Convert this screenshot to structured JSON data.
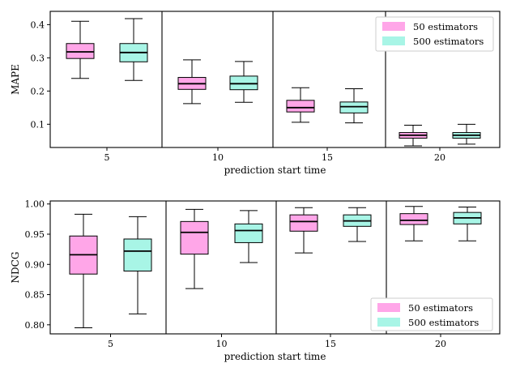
{
  "colors": {
    "series_1": "#ffa6e8",
    "series_2": "#a8f5e6",
    "line": "#000000",
    "frame": "#000000",
    "legend_border": "#cccccc"
  },
  "chart_data": [
    {
      "type": "box",
      "xlabel": "prediction start time",
      "ylabel": "MAPE",
      "categories": [
        "5",
        "10",
        "15",
        "20"
      ],
      "yticks": [
        "0.1",
        "0.2",
        "0.3",
        "0.4"
      ],
      "ylim": [
        0.03,
        0.44
      ],
      "legend_position": "top-right",
      "series": [
        {
          "name": "50 estimators",
          "boxes": [
            {
              "whislo": 0.238,
              "q1": 0.298,
              "med": 0.318,
              "q3": 0.343,
              "whishi": 0.41
            },
            {
              "whislo": 0.162,
              "q1": 0.205,
              "med": 0.222,
              "q3": 0.241,
              "whishi": 0.294
            },
            {
              "whislo": 0.106,
              "q1": 0.137,
              "med": 0.15,
              "q3": 0.172,
              "whishi": 0.21
            },
            {
              "whislo": 0.035,
              "q1": 0.058,
              "med": 0.067,
              "q3": 0.075,
              "whishi": 0.097
            }
          ]
        },
        {
          "name": "500 estimators",
          "boxes": [
            {
              "whislo": 0.232,
              "q1": 0.288,
              "med": 0.316,
              "q3": 0.343,
              "whishi": 0.418
            },
            {
              "whislo": 0.166,
              "q1": 0.204,
              "med": 0.222,
              "q3": 0.245,
              "whishi": 0.289
            },
            {
              "whislo": 0.104,
              "q1": 0.134,
              "med": 0.153,
              "q3": 0.167,
              "whishi": 0.207
            },
            {
              "whislo": 0.04,
              "q1": 0.058,
              "med": 0.067,
              "q3": 0.075,
              "whishi": 0.1
            }
          ]
        }
      ]
    },
    {
      "type": "box",
      "xlabel": "prediction start time",
      "ylabel": "NDCG",
      "categories": [
        "5",
        "10",
        "15",
        "20"
      ],
      "yticks": [
        "0.80",
        "0.85",
        "0.90",
        "0.95",
        "1.00"
      ],
      "ylim": [
        0.785,
        1.005
      ],
      "legend_position": "lower-right",
      "series": [
        {
          "name": "50 estimators",
          "boxes": [
            {
              "whislo": 0.795,
              "q1": 0.884,
              "med": 0.916,
              "q3": 0.947,
              "whishi": 0.983
            },
            {
              "whislo": 0.86,
              "q1": 0.917,
              "med": 0.953,
              "q3": 0.971,
              "whishi": 0.991
            },
            {
              "whislo": 0.919,
              "q1": 0.955,
              "med": 0.971,
              "q3": 0.982,
              "whishi": 0.994
            },
            {
              "whislo": 0.939,
              "q1": 0.966,
              "med": 0.973,
              "q3": 0.984,
              "whishi": 0.996
            }
          ]
        },
        {
          "name": "500 estimators",
          "boxes": [
            {
              "whislo": 0.818,
              "q1": 0.889,
              "med": 0.922,
              "q3": 0.942,
              "whishi": 0.979
            },
            {
              "whislo": 0.903,
              "q1": 0.936,
              "med": 0.956,
              "q3": 0.967,
              "whishi": 0.989
            },
            {
              "whislo": 0.938,
              "q1": 0.963,
              "med": 0.972,
              "q3": 0.982,
              "whishi": 0.994
            },
            {
              "whislo": 0.939,
              "q1": 0.967,
              "med": 0.977,
              "q3": 0.986,
              "whishi": 0.995
            }
          ]
        }
      ]
    }
  ]
}
